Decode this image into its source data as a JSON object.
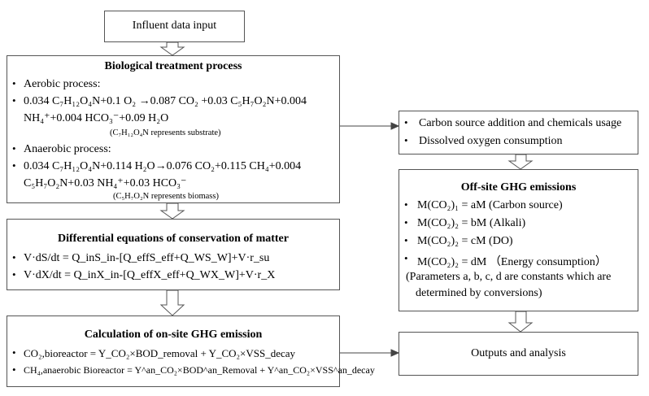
{
  "influent": {
    "label": "Influent data input"
  },
  "bio": {
    "title": "Biological treatment process",
    "aerobic_label": "Aerobic process:",
    "aerobic_eq_1": "0.034 C₇H₁₂O₄N+0.1 O₂ →0.087 CO₂ +0.03 C₅H₇O₂N+0.004",
    "aerobic_eq_2": "NH₄⁺+0.004 HCO₃⁻+0.09 H₂O",
    "aerobic_note": "(C₇H₁₂O₄N represents substrate)",
    "anaerobic_label": "Anaerobic process:",
    "anaerobic_eq_1": "0.034 C₇H₁₂O₄N+0.114 H₂O→0.076 CO₂+0.115 CH₄+0.004",
    "anaerobic_eq_2": "C₅H₇O₂N+0.03 NH₄⁺+0.03 HCO₃⁻",
    "anaerobic_note": "(C₅H₇O₂N represents biomass)"
  },
  "diff": {
    "title": "Differential equations of conservation of matter",
    "eq_1": "V·dS/dt = Q_inS_in-[Q_effS_eff+Q_WS_W]+V·r_su",
    "eq_2": "V·dX/dt = Q_inX_in-[Q_effX_eff+Q_WX_W]+V·r_X"
  },
  "calc": {
    "title": "Calculation of on-site GHG emission",
    "eq_1": "CO₂,bioreactor = Y_CO₂×BOD_removal + Y_CO₂×VSS_decay",
    "eq_2": "CH₄,anaerobic Bioreactor = Y^an_CO₂×BOD^an_Removal + Y^an_CO₂×VSS^an_decay"
  },
  "carbon": {
    "item_1": "Carbon source addition and chemicals usage",
    "item_2": "Dissolved oxygen consumption"
  },
  "offsite": {
    "title": "Off-site GHG emissions",
    "item_1": "M(CO₂)₁ = aM (Carbon source)",
    "item_2": "M(CO₂)₂ = bM (Alkali)",
    "item_3": "M(CO₂)₂ = cM (DO)",
    "item_4": "M(CO₂)₂ = dM （Energy consumption）",
    "note_1": "(Parameters a, b, c, d are constants which are",
    "note_2": "determined by conversions)"
  },
  "outputs": {
    "label": "Outputs and analysis"
  },
  "bullet": "•"
}
